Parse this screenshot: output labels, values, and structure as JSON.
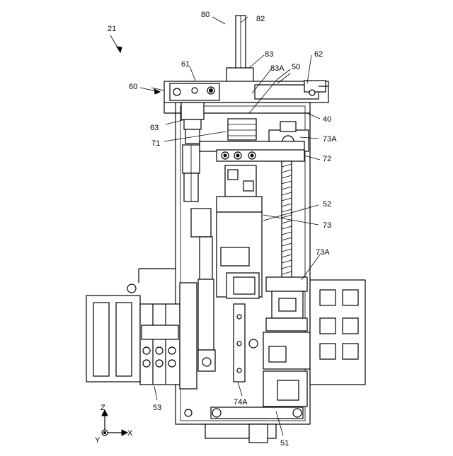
{
  "figure": {
    "labels": {
      "l21": "21",
      "l80": "80",
      "l82": "82",
      "l83": "83",
      "l83a": "83A",
      "l50": "50",
      "l62": "62",
      "l61": "61",
      "l60": "60",
      "l40": "40",
      "l63": "63",
      "l73a_top": "73A",
      "l71": "71",
      "l72": "72",
      "l52": "52",
      "l73": "73",
      "l73a_mid": "73A",
      "l74a": "74A",
      "l53": "53",
      "l51": "51"
    },
    "axes": {
      "z": "Z",
      "x": "X",
      "y": "Y"
    }
  }
}
